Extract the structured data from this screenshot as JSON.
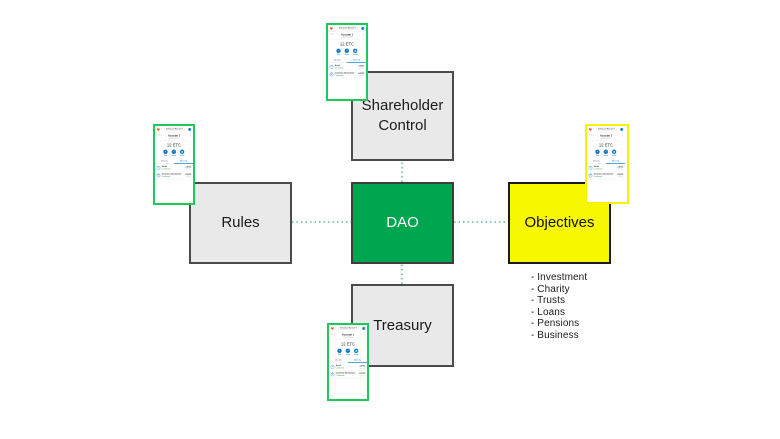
{
  "diagram": {
    "nodes": {
      "shareholder_control": {
        "label": "Shareholder Control"
      },
      "rules": {
        "label": "Rules"
      },
      "dao": {
        "label": "DAO",
        "bg": "#00a64f",
        "text_color": "#ffffff"
      },
      "objectives": {
        "label": "Objectives",
        "bg": "#f7f700",
        "border": "#1a1a1a"
      },
      "treasury": {
        "label": "Treasury"
      }
    },
    "box_bg": "#e9e9e9",
    "box_border": "#4b4b4b",
    "connector_color": "#84cdaa",
    "connector_style": "dotted"
  },
  "objectives_list": {
    "items": [
      "- Investment",
      "- Charity",
      "- Trusts",
      "- Loans",
      "- Pensions",
      "- Business"
    ]
  },
  "wallet": {
    "network": "Ethereum Mainnet",
    "account_name": "Account 1",
    "balance": "12 ETC",
    "actions": [
      "Buy",
      "Send",
      "Swap"
    ],
    "tabs": [
      "Assets",
      "Activity"
    ],
    "transactions": [
      {
        "title": "Send",
        "status": "Confirmed",
        "amount": "-1 ETC"
      },
      {
        "title": "Contract Interaction",
        "status": "Confirmed",
        "amount": "-0 ETC"
      }
    ],
    "accent_blue": "#0376c9",
    "status_green": "#28a745",
    "border_green": "#1ec95b",
    "border_yellow": "#f4f400"
  }
}
